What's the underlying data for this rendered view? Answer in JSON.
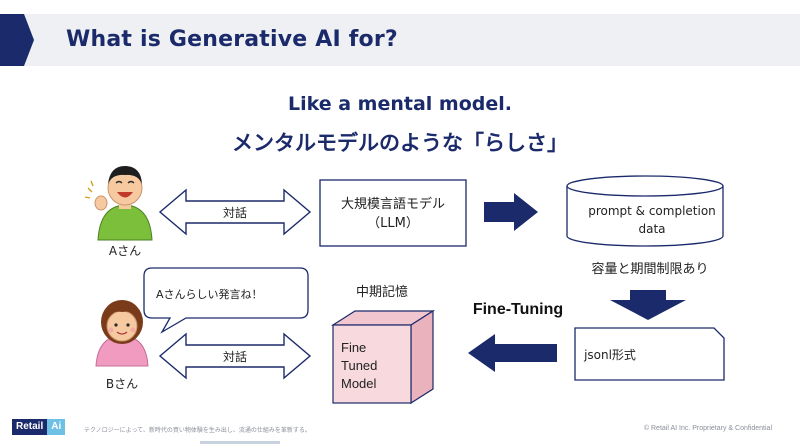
{
  "slide": {
    "title": "What is Generative AI for?",
    "heading_en": "Like a mental model.",
    "heading_jp": "メンタルモデルのような「らしさ」"
  },
  "diagram": {
    "person_a_label": "Aさん",
    "person_b_label": "Bさん",
    "dialogue_label_top": "対話",
    "dialogue_label_bottom": "対話",
    "llm_box_line1": "大規模言語モデル",
    "llm_box_line2": "（LLM）",
    "data_line1": "prompt & completion",
    "data_line2": "data",
    "capacity_note": "容量と期間制限あり",
    "fine_tuning_label": "Fine-Tuning",
    "jsonl_label": "jsonl形式",
    "midterm_memory_label": "中期記憶",
    "tuned_line1": "Fine",
    "tuned_line2": "Tuned",
    "tuned_line3": "Model",
    "speech_bubble": "Aさんらしい発言ね！"
  },
  "footer": {
    "logo_word": "Retail",
    "logo_ai": "Ai",
    "tagline": "テクノロジーによって、新時代の買い物体験を生み出し、流通の仕組みを革新する。",
    "copyright": "© Retail AI Inc. Proprietary & Confidential"
  },
  "colors": {
    "navy": "#1b2a6b",
    "title_bar": "#eef0f3",
    "tuned_fill": "#f7d9de",
    "person_a_shirt": "#7cbf3b",
    "person_b_shirt": "#f29bc0"
  },
  "icons": [
    "person-a-icon",
    "person-b-icon",
    "database-cylinder-icon",
    "document-icon",
    "cube-icon",
    "arrow-icons"
  ]
}
